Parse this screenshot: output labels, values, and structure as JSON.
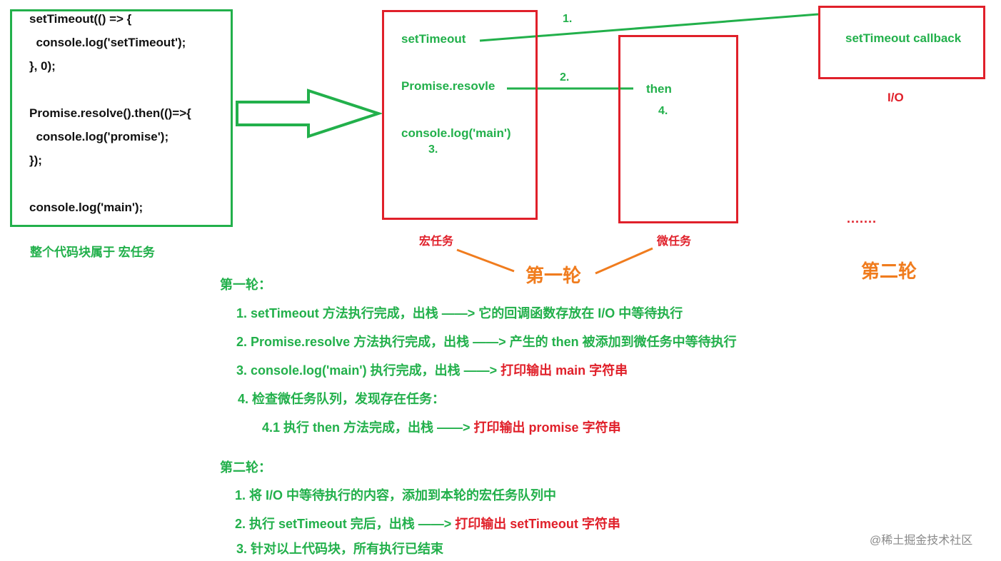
{
  "code_block": {
    "lines": [
      "setTimeout(() => {",
      "  console.log('setTimeout');",
      "}, 0);",
      "",
      "Promise.resolve().then(()=>{",
      "  console.log('promise');",
      "});",
      "",
      "console.log('main');"
    ],
    "caption": "整个代码块属于 宏任务"
  },
  "macro_task": {
    "items": [
      "setTimeout",
      "Promise.resovle",
      "console.log('main')"
    ],
    "step3": "3.",
    "label": "宏任务"
  },
  "micro_task": {
    "item": "then",
    "step4": "4.",
    "label": "微任务"
  },
  "io": {
    "item": "setTimeout callback",
    "label": "I/O"
  },
  "steps": {
    "s1": "1.",
    "s2": "2."
  },
  "dots": ".......",
  "round1_title_big": "第一轮",
  "round2_title_big": "第二轮",
  "explain": {
    "round1_heading": "第一轮：",
    "round1_items": [
      {
        "text": "1.  setTimeout 方法执行完成，出栈 ——> 它的回调函数存放在 I/O 中等待执行",
        "highlight": ""
      },
      {
        "text": "2.  Promise.resolve 方法执行完成，出栈 ——> 产生的 then 被添加到微任务中等待执行",
        "highlight": ""
      },
      {
        "text": "3.  console.log('main') 执行完成，出栈 ——> ",
        "highlight": "打印输出 main 字符串"
      },
      {
        "text": "4. 检查微任务队列，发现存在任务：",
        "highlight": ""
      },
      {
        "text": "4.1 执行 then 方法完成，出栈 ——> ",
        "highlight": "打印输出 promise 字符串"
      }
    ],
    "round2_heading": "第二轮：",
    "round2_items": [
      {
        "text": "1. 将 I/O 中等待执行的内容，添加到本轮的宏任务队列中",
        "highlight": ""
      },
      {
        "text": "2. 执行 setTimeout 完后，出栈 ——> ",
        "highlight": "打印输出 setTimeout 字符串"
      },
      {
        "text": "3. 针对以上代码块，所有执行已结束",
        "highlight": ""
      }
    ]
  },
  "watermark": "@稀土掘金技术社区",
  "colors": {
    "green": "#22b04b",
    "red": "#e0202a",
    "orange": "#f07c1e"
  }
}
